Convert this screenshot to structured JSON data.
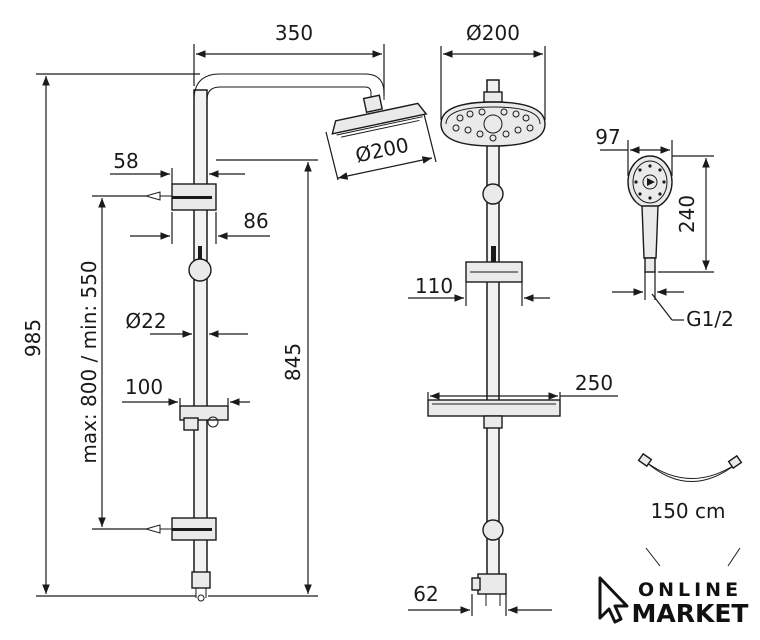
{
  "dimensions": {
    "side_width": "350",
    "head_diameter_side": "Ø200",
    "head_diameter_front": "Ø200",
    "bracket_depth": "58",
    "bracket_width": "86",
    "bracket_range": "max: 800 / min: 550",
    "pipe_diameter": "Ø22",
    "slider_width": "100",
    "total_height": "985",
    "head_height": "845",
    "valve_width": "110",
    "shelf_width": "250",
    "bottom_width": "62",
    "hand_shower_width": "97",
    "hand_shower_length": "240",
    "thread": "G1/2",
    "hose_length": "150 cm"
  },
  "logo": {
    "line1": "ONLINE",
    "line2": "MARKET"
  }
}
